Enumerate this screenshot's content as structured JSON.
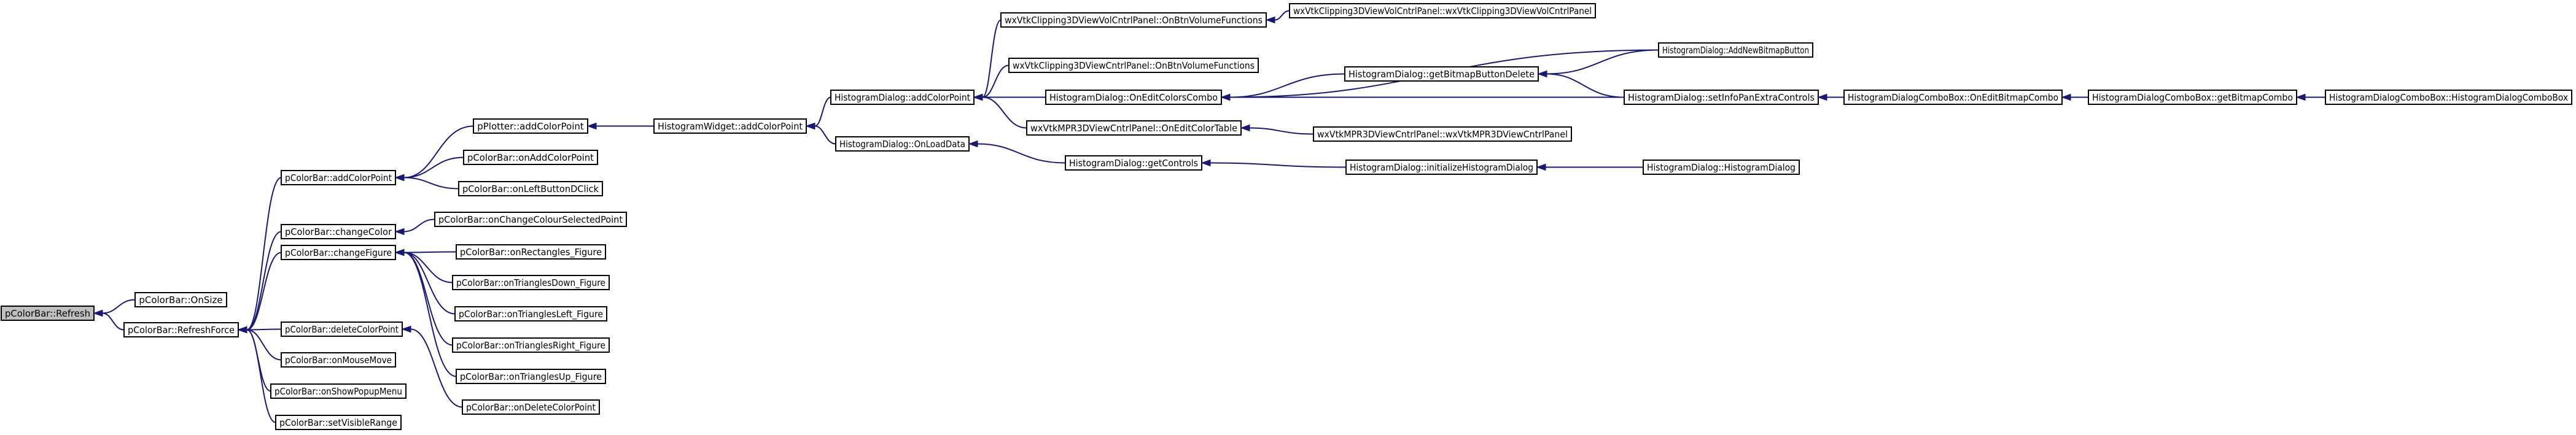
{
  "nodes": [
    {
      "id": "n0",
      "label": "pColorBar::Refresh",
      "root": true
    },
    {
      "id": "n1",
      "label": "pColorBar::OnSize"
    },
    {
      "id": "n2",
      "label": "pColorBar::RefreshForce"
    },
    {
      "id": "n3",
      "label": "pColorBar::addColorPoint"
    },
    {
      "id": "n4",
      "label": "pColorBar::changeColor"
    },
    {
      "id": "n5",
      "label": "pColorBar::changeFigure"
    },
    {
      "id": "n6",
      "label": "pColorBar::deleteColorPoint"
    },
    {
      "id": "n7",
      "label": "pColorBar::onMouseMove"
    },
    {
      "id": "n8",
      "label": "pColorBar::onShowPopupMenu"
    },
    {
      "id": "n9",
      "label": "pColorBar::setVisibleRange"
    },
    {
      "id": "n10",
      "label": "pPlotter::addColorPoint"
    },
    {
      "id": "n11",
      "label": "pColorBar::onAddColorPoint"
    },
    {
      "id": "n12",
      "label": "pColorBar::onLeftButtonDClick"
    },
    {
      "id": "n13",
      "label": "pColorBar::onChangeColourSelectedPoint"
    },
    {
      "id": "n14",
      "label": "pColorBar::onRectangles_Figure"
    },
    {
      "id": "n15",
      "label": "pColorBar::onTrianglesDown_Figure"
    },
    {
      "id": "n16",
      "label": "pColorBar::onTrianglesLeft_Figure"
    },
    {
      "id": "n17",
      "label": "pColorBar::onTrianglesRight_Figure"
    },
    {
      "id": "n18",
      "label": "pColorBar::onTrianglesUp_Figure"
    },
    {
      "id": "n19",
      "label": "pColorBar::onDeleteColorPoint"
    },
    {
      "id": "n20",
      "label": "HistogramWidget::addColorPoint"
    },
    {
      "id": "n21",
      "label": "HistogramDialog::addColorPoint"
    },
    {
      "id": "n22",
      "label": "HistogramDialog::OnLoadData"
    },
    {
      "id": "n23",
      "label": "wxVtkClipping3DViewVolCntrlPanel::OnBtnVolumeFunctions"
    },
    {
      "id": "n24",
      "label": "wxVtkClipping3DViewCntrlPanel::OnBtnVolumeFunctions"
    },
    {
      "id": "n25",
      "label": "HistogramDialog::OnEditColorsCombo"
    },
    {
      "id": "n26",
      "label": "wxVtkMPR3DViewCntrlPanel::OnEditColorTable"
    },
    {
      "id": "n27",
      "label": "HistogramDialog::getControls"
    },
    {
      "id": "n28",
      "label": "wxVtkClipping3DViewVolCntrlPanel::wxVtkClipping3DViewVolCntrlPanel"
    },
    {
      "id": "n29",
      "label": "HistogramDialog::getBitmapButtonDelete"
    },
    {
      "id": "n30",
      "label": "wxVtkMPR3DViewCntrlPanel::wxVtkMPR3DViewCntrlPanel"
    },
    {
      "id": "n31",
      "label": "HistogramDialog::initializeHistogramDialog"
    },
    {
      "id": "n32",
      "label": "HistogramDialog::AddNewBitmapButton"
    },
    {
      "id": "n33",
      "label": "HistogramDialog::setInfoPanExtraControls"
    },
    {
      "id": "n34",
      "label": "HistogramDialog::HistogramDialog"
    },
    {
      "id": "n35",
      "label": "HistogramDialogComboBox::OnEditBitmapCombo"
    },
    {
      "id": "n36",
      "label": "HistogramDialogComboBox::getBitmapCombo"
    },
    {
      "id": "n37",
      "label": "HistogramDialogComboBox::HistogramDialogComboBox"
    }
  ],
  "edges": [
    {
      "from": "n1",
      "to": "n0"
    },
    {
      "from": "n2",
      "to": "n0"
    },
    {
      "from": "n3",
      "to": "n2"
    },
    {
      "from": "n4",
      "to": "n2"
    },
    {
      "from": "n5",
      "to": "n2"
    },
    {
      "from": "n6",
      "to": "n2"
    },
    {
      "from": "n7",
      "to": "n2"
    },
    {
      "from": "n8",
      "to": "n2"
    },
    {
      "from": "n9",
      "to": "n2"
    },
    {
      "from": "n10",
      "to": "n3"
    },
    {
      "from": "n11",
      "to": "n3"
    },
    {
      "from": "n12",
      "to": "n3"
    },
    {
      "from": "n13",
      "to": "n4"
    },
    {
      "from": "n14",
      "to": "n5"
    },
    {
      "from": "n15",
      "to": "n5"
    },
    {
      "from": "n16",
      "to": "n5"
    },
    {
      "from": "n17",
      "to": "n5"
    },
    {
      "from": "n18",
      "to": "n5"
    },
    {
      "from": "n19",
      "to": "n6"
    },
    {
      "from": "n20",
      "to": "n10"
    },
    {
      "from": "n21",
      "to": "n20"
    },
    {
      "from": "n22",
      "to": "n20"
    },
    {
      "from": "n23",
      "to": "n21"
    },
    {
      "from": "n24",
      "to": "n21"
    },
    {
      "from": "n25",
      "to": "n21"
    },
    {
      "from": "n26",
      "to": "n21"
    },
    {
      "from": "n27",
      "to": "n22"
    },
    {
      "from": "n28",
      "to": "n23"
    },
    {
      "from": "n29",
      "to": "n25"
    },
    {
      "from": "n32",
      "to": "n25"
    },
    {
      "from": "n33",
      "to": "n25"
    },
    {
      "from": "n30",
      "to": "n26"
    },
    {
      "from": "n31",
      "to": "n27"
    },
    {
      "from": "n32",
      "to": "n29"
    },
    {
      "from": "n33",
      "to": "n29"
    },
    {
      "from": "n34",
      "to": "n31"
    },
    {
      "from": "n35",
      "to": "n33"
    },
    {
      "from": "n36",
      "to": "n35"
    },
    {
      "from": "n37",
      "to": "n36"
    }
  ]
}
